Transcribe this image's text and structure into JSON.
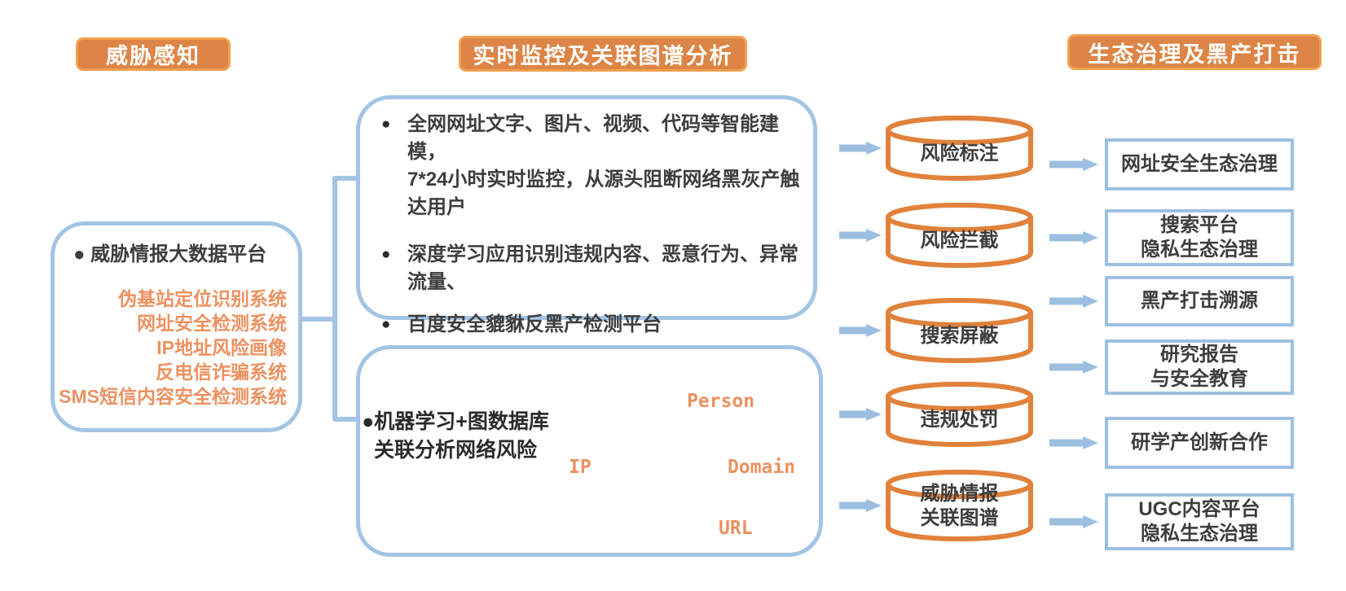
{
  "headers": [
    {
      "label": "威胁感知"
    },
    {
      "label": "实时监控及关联图谱分析"
    },
    {
      "label": "生态治理及黑产打击"
    }
  ],
  "left_panel": {
    "title": "● 威胁情报大数据平台",
    "systems": "伪基站定位识别系统\n网址安全检测系统\nIP地址风险画像\n反电信诈骗系统\nSMS短信内容安全检测系统"
  },
  "monitor_panel": {
    "bullets": [
      {
        "marker": "●",
        "text": "全网网址文字、图片、视频、代码等智能建模，\n7*24小时实时监控，从源头阻断网络黑灰产触\n达用户"
      },
      {
        "marker": "●",
        "text": "深度学习应用识别违规内容、恶意行为、异常\n流量、"
      },
      {
        "marker": "●",
        "text": "百度安全貔貅反黑产检测平台"
      }
    ]
  },
  "graph_panel": {
    "bullet": "●机器学习+图数据库\n关联分析网络风险",
    "labels": {
      "person": "Person",
      "ip": "IP",
      "domain": "Domain",
      "url": "URL"
    }
  },
  "cylinders": [
    {
      "label": "风险标注"
    },
    {
      "label": "风险拦截"
    },
    {
      "label": "搜索屏蔽"
    },
    {
      "label": "违规处罚"
    },
    {
      "label": "威胁情报\n关联图谱"
    }
  ],
  "outcomes": [
    {
      "label": "网址安全生态治理"
    },
    {
      "label": "搜索平台\n隐私生态治理"
    },
    {
      "label": "黑产打击溯源"
    },
    {
      "label": "研究报告\n与安全教育"
    },
    {
      "label": "研学产创新合作"
    },
    {
      "label": "UGC内容平台\n隐私生态治理"
    }
  ],
  "colors": {
    "header_fill": "#dc8546",
    "header_border": "#f0a050",
    "cylinder_stroke": "#e0823c",
    "panel_border": "#a3c4e4",
    "arrow": "#9cbfe0",
    "accent_text": "#ec9160",
    "dark_text": "#3d3d3d",
    "node_blue": "#2ba7e0",
    "node_gray": "#9b9b9b"
  }
}
